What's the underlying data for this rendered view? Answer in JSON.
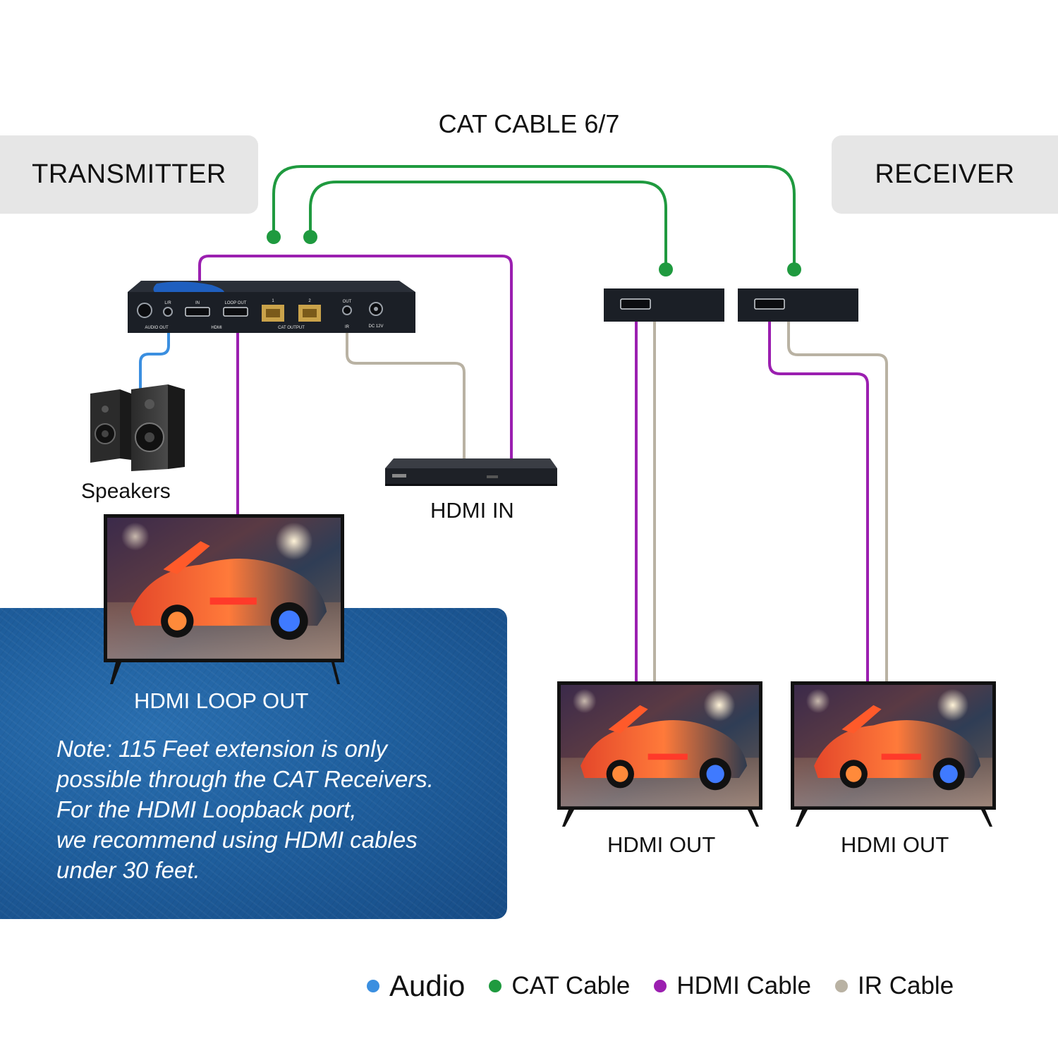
{
  "header": {
    "cat_label": "CAT CABLE 6/7",
    "transmitter_label": "TRANSMITTER",
    "receiver_label": "RECEIVER"
  },
  "device": {
    "port_labels": [
      "L/R",
      "IN",
      "LOOP OUT",
      "1",
      "2",
      "OUT",
      "IR"
    ],
    "group_labels": [
      "AUDIO OUT",
      "HDMI",
      "CAT OUTPUT",
      "DC 12V"
    ]
  },
  "labels": {
    "speakers": "Speakers",
    "hdmi_in": "HDMI IN",
    "hdmi_loop_out": "HDMI LOOP OUT",
    "hdmi_out_1": "HDMI OUT",
    "hdmi_out_2": "HDMI OUT"
  },
  "note": {
    "lines": [
      "Note: 115 Feet extension is only",
      "possible through the CAT Receivers.",
      "For the HDMI Loopback port,",
      "we recommend using HDMI cables",
      "under 30 feet."
    ]
  },
  "legend": [
    {
      "label": "Audio",
      "color": "#3b8fe0"
    },
    {
      "label": "CAT Cable",
      "color": "#1f9a3f"
    },
    {
      "label": "HDMI Cable",
      "color": "#9b1fb0"
    },
    {
      "label": "IR Cable",
      "color": "#b9b2a3"
    }
  ],
  "colors": {
    "audio": "#3b8fe0",
    "cat": "#1f9a3f",
    "hdmi": "#9b1fb0",
    "ir": "#b9b2a3",
    "device": "#1b1f26",
    "accent_blue": "#1f5fbf"
  }
}
